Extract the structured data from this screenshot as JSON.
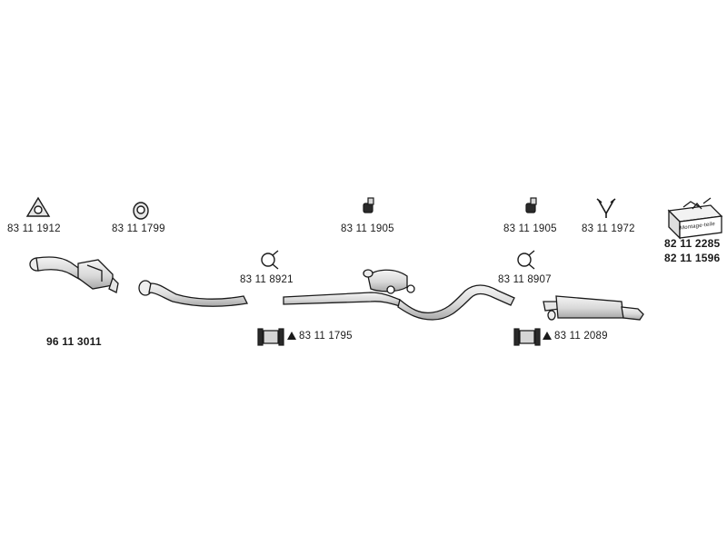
{
  "parts": {
    "gasket_1": "83 11 1912",
    "gasket_2": "83 11 1799",
    "catalytic_converter": "96 11 3011",
    "clamp_1": "83 11 8921",
    "rubber_mount_1": "83 11 1905",
    "rubber_mount_2": "83 11 1905",
    "clamp_2": "83 11 8907",
    "v_hanger": "83 11 1972",
    "mounting_kit_1": "82 11 2285",
    "mounting_kit_2": "82 11 1596",
    "sleeve_clamp_1": "83 11 1795",
    "sleeve_clamp_2": "83 11 2089"
  },
  "kit_box_text": "Montage-teile",
  "colors": {
    "line": "#1a1a1a",
    "fill": "#e9e9e9",
    "shade": "#b8b8b8"
  }
}
